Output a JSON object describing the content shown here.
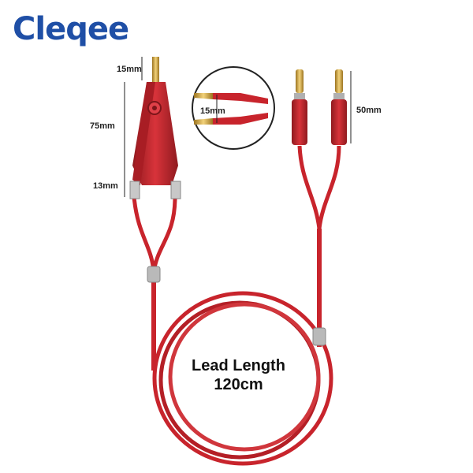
{
  "brand": {
    "logo_text": "Cleqee",
    "color": "#1f4fa6"
  },
  "dimensions": {
    "tip_length": "15mm",
    "clip_body_length": "75mm",
    "clip_neck_length": "13mm",
    "jaw_opening": "15mm",
    "plug_length": "50mm"
  },
  "lead": {
    "line1": "Lead Length",
    "line2": "120cm"
  },
  "colors": {
    "cable": "#c8242c",
    "cable_dark": "#8f1a1f",
    "gold": "#d4a73a",
    "sleeve": "#b9b9b9"
  }
}
